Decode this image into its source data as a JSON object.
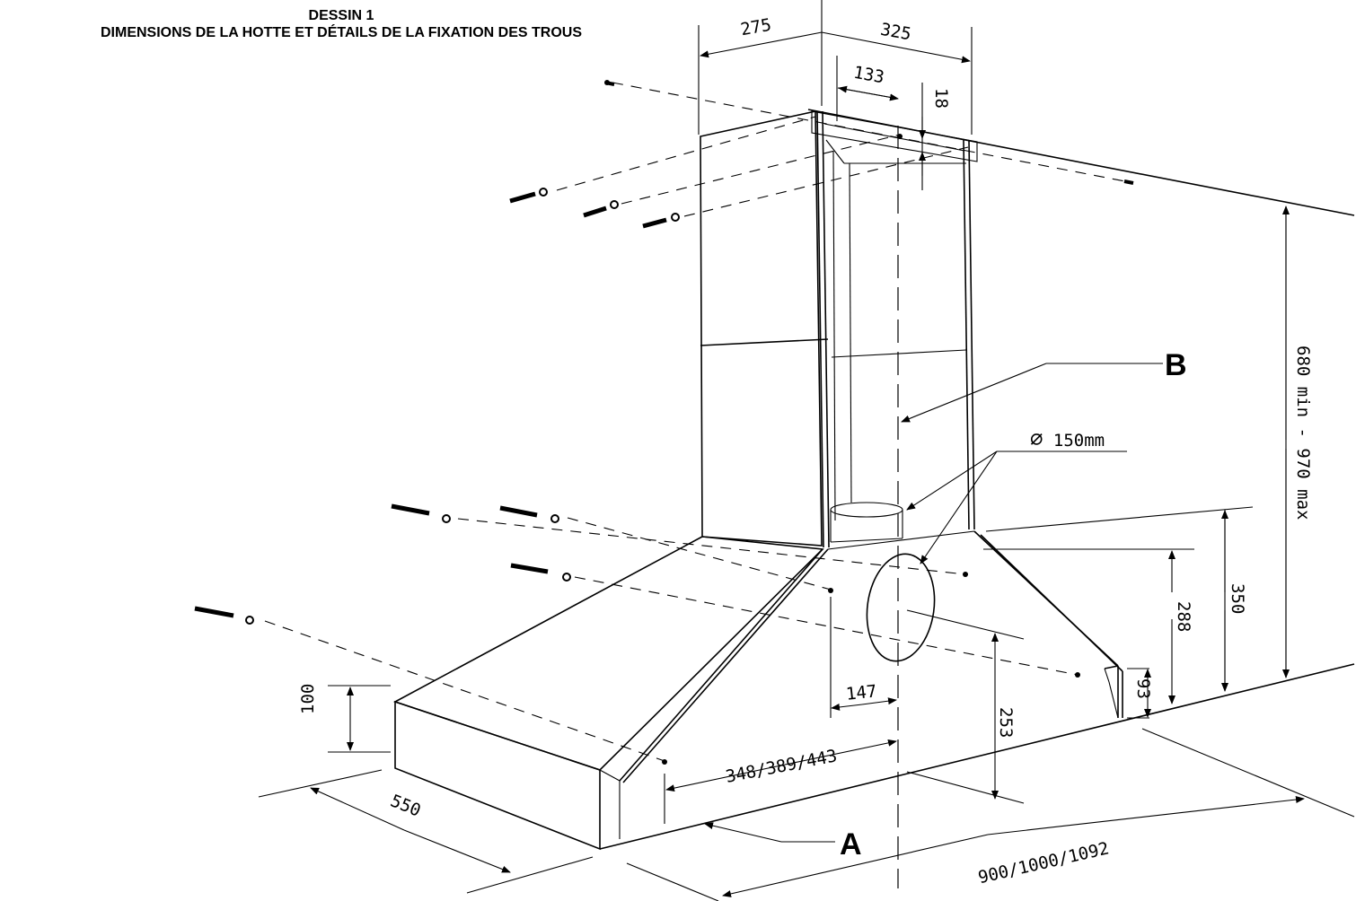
{
  "title": {
    "line1": "DESSIN 1",
    "line2": "DIMENSIONS DE LA HOTTE ET DÉTAILS DE LA FIXATION DES TROUS"
  },
  "labels": {
    "part_a": "A",
    "part_b": "B"
  },
  "dimensions": {
    "d275": "275",
    "d325": "325",
    "d133": "133",
    "d18": "18",
    "diameter": "150mm",
    "d680_970": "680 min - 970 max",
    "d350": "350",
    "d288": "288",
    "d93": "93",
    "d253": "253",
    "d147": "147",
    "d348": "348/389/443",
    "d100": "100",
    "d550": "550",
    "d900": "900/1000/1092"
  }
}
